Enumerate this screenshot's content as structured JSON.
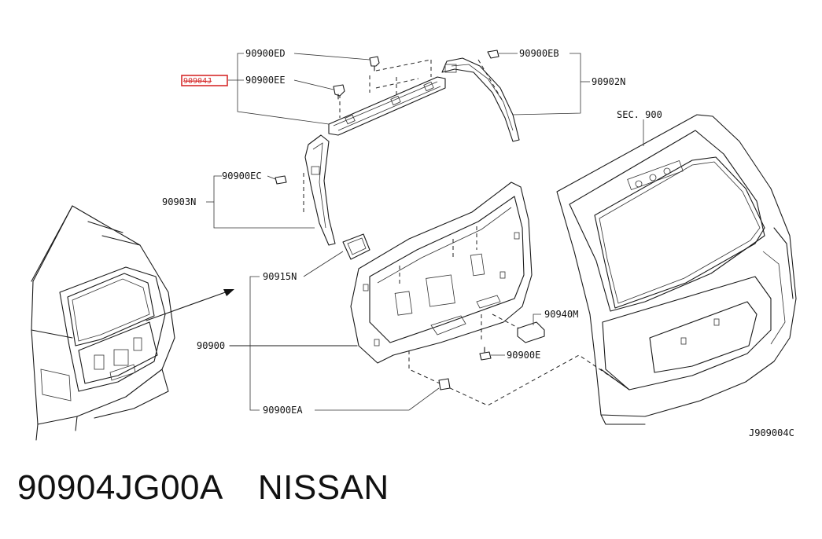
{
  "labels": {
    "p90900ED": "90900ED",
    "p90900EE": "90900EE",
    "p90904J": "90904J",
    "p90900EB": "90900EB",
    "p90902N": "90902N",
    "sec900": "SEC. 900",
    "p90900EC": "90900EC",
    "p90903N": "90903N",
    "p90915N": "90915N",
    "p90940M": "90940M",
    "p90900": "90900",
    "p90900E": "90900E",
    "p90900EA": "90900EA",
    "ref": "J909004C"
  },
  "highlight_color": "#d62b2b",
  "footer": {
    "part_number": "90904JG00A",
    "brand": "NISSAN"
  }
}
